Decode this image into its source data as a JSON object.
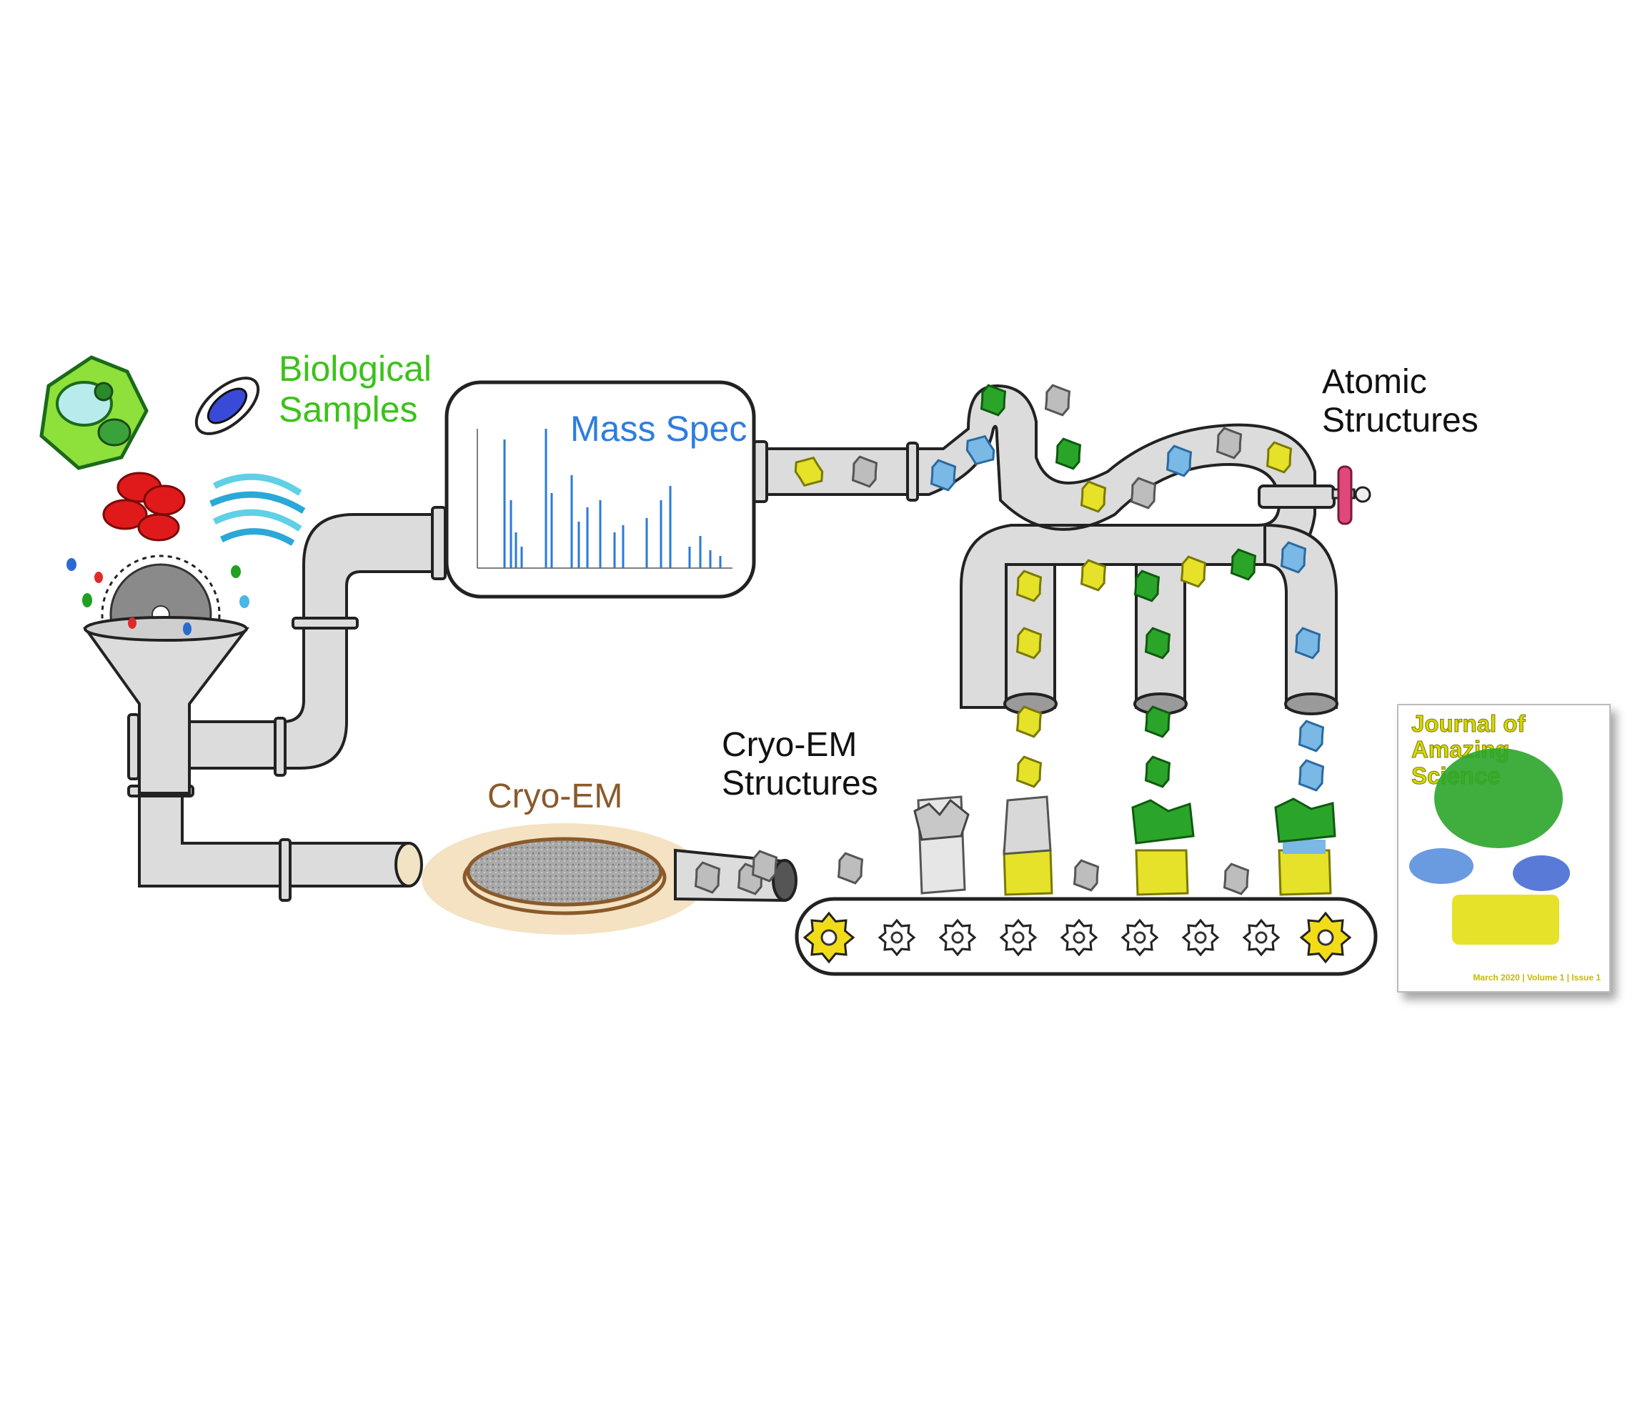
{
  "labels": {
    "biological_samples": "Biological Samples",
    "mass_spec": "Mass Spec",
    "atomic_structures": "Atomic Structures",
    "cryo_em": "Cryo-EM",
    "cryo_em_structures": "Cryo-EM Structures"
  },
  "journal": {
    "title": "Journal of Amazing Science",
    "footer": "March 2020 | Volume 1 | Issue 1"
  },
  "colors": {
    "pipe": "#dcdcdc",
    "outline": "#222222",
    "green_label": "#3cc21a",
    "blue_label": "#2d7de0",
    "cryo_label": "#8a5a2b",
    "protein_yellow": "#e6e22a",
    "protein_green": "#2aa52a",
    "protein_blue": "#7ab8e6",
    "valve": "#e0487a"
  },
  "icons": [
    "plant-cell-icon",
    "bacterium-icon",
    "red-blood-cells-icon",
    "golgi-icon",
    "saw-blade-icon",
    "funnel-icon",
    "valve-icon",
    "gear-icon"
  ]
}
